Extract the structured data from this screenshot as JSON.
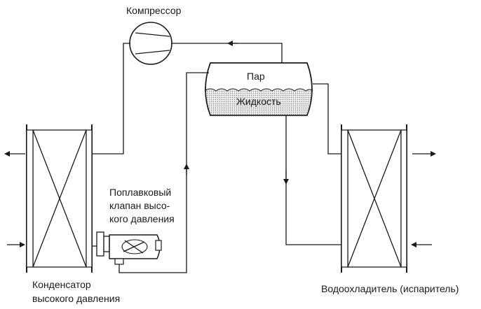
{
  "labels": {
    "compressor": "Компрессор",
    "vapor": "Пар",
    "liquid": "Жидкость",
    "float_valve": [
      "Поплавковый",
      "клапан высо-",
      "кого давления"
    ],
    "condenser": [
      "Конденсатор",
      "высокого давления"
    ],
    "chiller": "Водоохладитель (испаритель)"
  },
  "colors": {
    "line": "#1a1a1a",
    "liquid_fill": "#d4d4d4",
    "background": "#ffffff"
  }
}
